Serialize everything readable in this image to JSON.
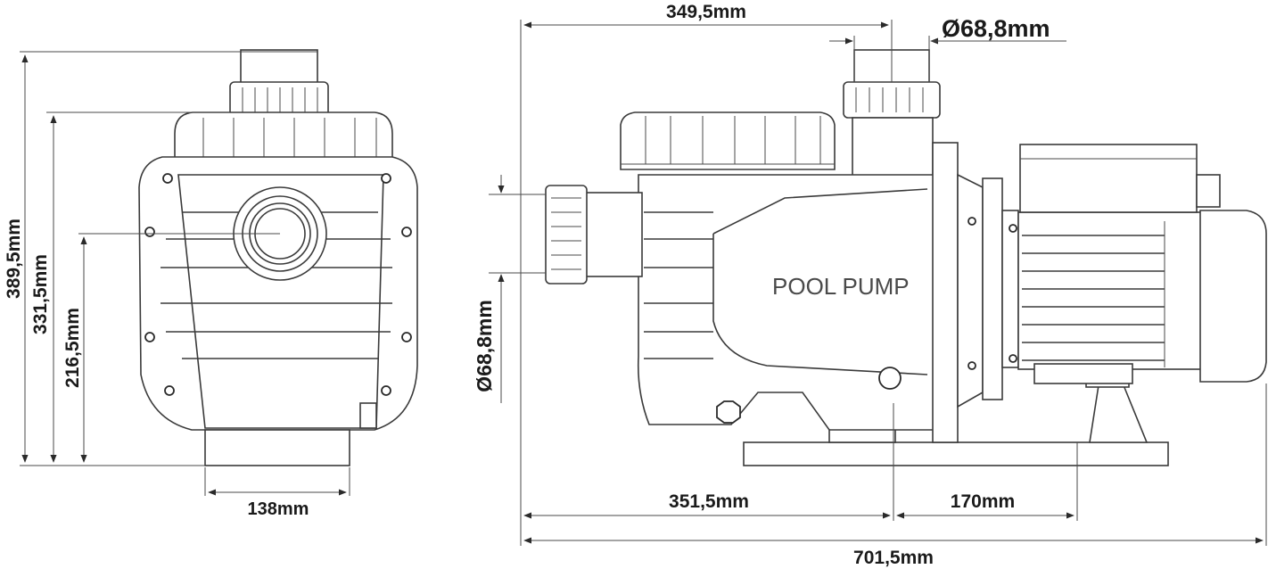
{
  "front_view": {
    "dimensions": {
      "height_total": "389,5mm",
      "height_inlet_top": "331,5mm",
      "height_inlet_center": "216,5mm",
      "width_base": "138mm"
    }
  },
  "side_view": {
    "label": "POOL PUMP",
    "dimensions": {
      "outlet_offset": "349,5mm",
      "outlet_diameter": "Ø68,8mm",
      "inlet_diameter": "Ø68,8mm",
      "base_left": "351,5mm",
      "base_right": "170mm",
      "length_total": "701,5mm"
    }
  }
}
